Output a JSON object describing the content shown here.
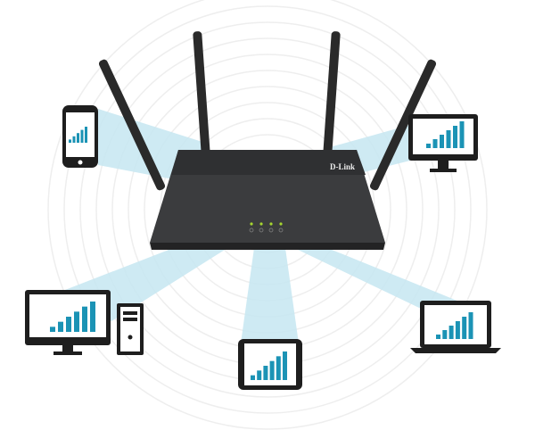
{
  "router": {
    "brand_logo": "D-Link",
    "led_count": 4
  },
  "colors": {
    "beam": "#bfe3ef",
    "bars": "#1b93b5",
    "device": "#1e1e1e",
    "router": "#3a3b3d",
    "led": "#a6d630",
    "rings": "#eeeeee"
  },
  "devices": [
    {
      "type": "smartphone",
      "signal_bars": 5
    },
    {
      "type": "monitor",
      "signal_bars": 6
    },
    {
      "type": "desktop-computer",
      "signal_bars": 6
    },
    {
      "type": "tablet",
      "signal_bars": 6
    },
    {
      "type": "laptop",
      "signal_bars": 6
    }
  ]
}
